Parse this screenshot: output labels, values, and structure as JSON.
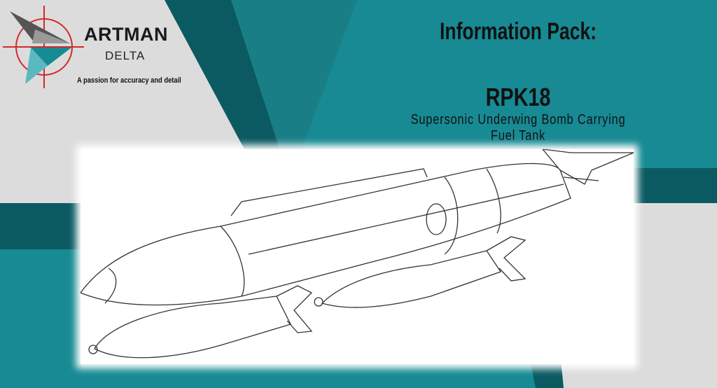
{
  "logo": {
    "brand": "ARTMAN",
    "sub": "DELTA",
    "tagline": "A passion for accuracy and detail"
  },
  "title": {
    "heading": "Information Pack:",
    "product": "RPK18",
    "description": "Supersonic Underwing Bomb Carrying Fuel Tank"
  },
  "colors": {
    "teal": "#178a94",
    "dark_teal": "#0b5a62",
    "gray": "#dcdcdc",
    "reticle": "#d42a2a"
  }
}
